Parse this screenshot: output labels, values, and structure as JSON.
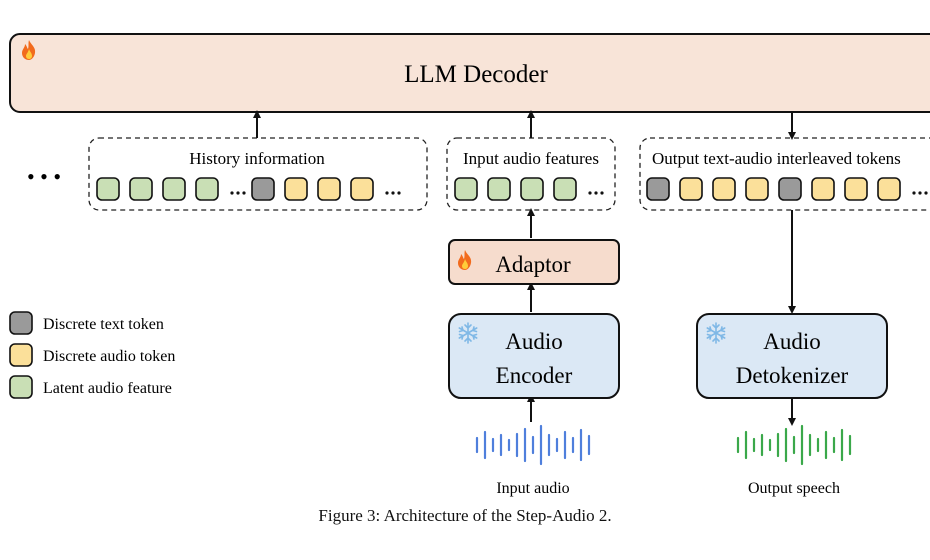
{
  "decoder": {
    "label": "LLM Decoder",
    "icon": "fire-icon"
  },
  "ellipsis_left": "• • •",
  "history": {
    "label": "History information"
  },
  "input_features": {
    "label": "Input audio features"
  },
  "output_tokens": {
    "label": "Output text-audio interleaved tokens"
  },
  "adaptor": {
    "label": "Adaptor",
    "icon": "fire-icon"
  },
  "audio_encoder": {
    "line1": "Audio",
    "line2": "Encoder",
    "icon": "snowflake-icon"
  },
  "audio_detokenizer": {
    "line1": "Audio",
    "line2": "Detokenizer",
    "icon": "snowflake-icon"
  },
  "input_audio": {
    "label": "Input audio",
    "color": "#4f7fdc"
  },
  "output_speech": {
    "label": "Output speech",
    "color": "#3aa84a"
  },
  "legend": {
    "items": [
      {
        "label": "Discrete text token",
        "color": "#9a9a9a"
      },
      {
        "label": "Discrete audio token",
        "color": "#fbe09a"
      },
      {
        "label": "Latent audio feature",
        "color": "#c9dfb5"
      }
    ]
  },
  "caption": "Figure 3: Architecture of the Step-Audio 2.",
  "colors": {
    "decoder_fill": "#f8e4d8",
    "adaptor_fill": "#f6dccd",
    "module_fill": "#dbe8f5",
    "latent": "#c9dfb5",
    "audio_token": "#fbe09a",
    "text_token": "#9a9a9a"
  }
}
